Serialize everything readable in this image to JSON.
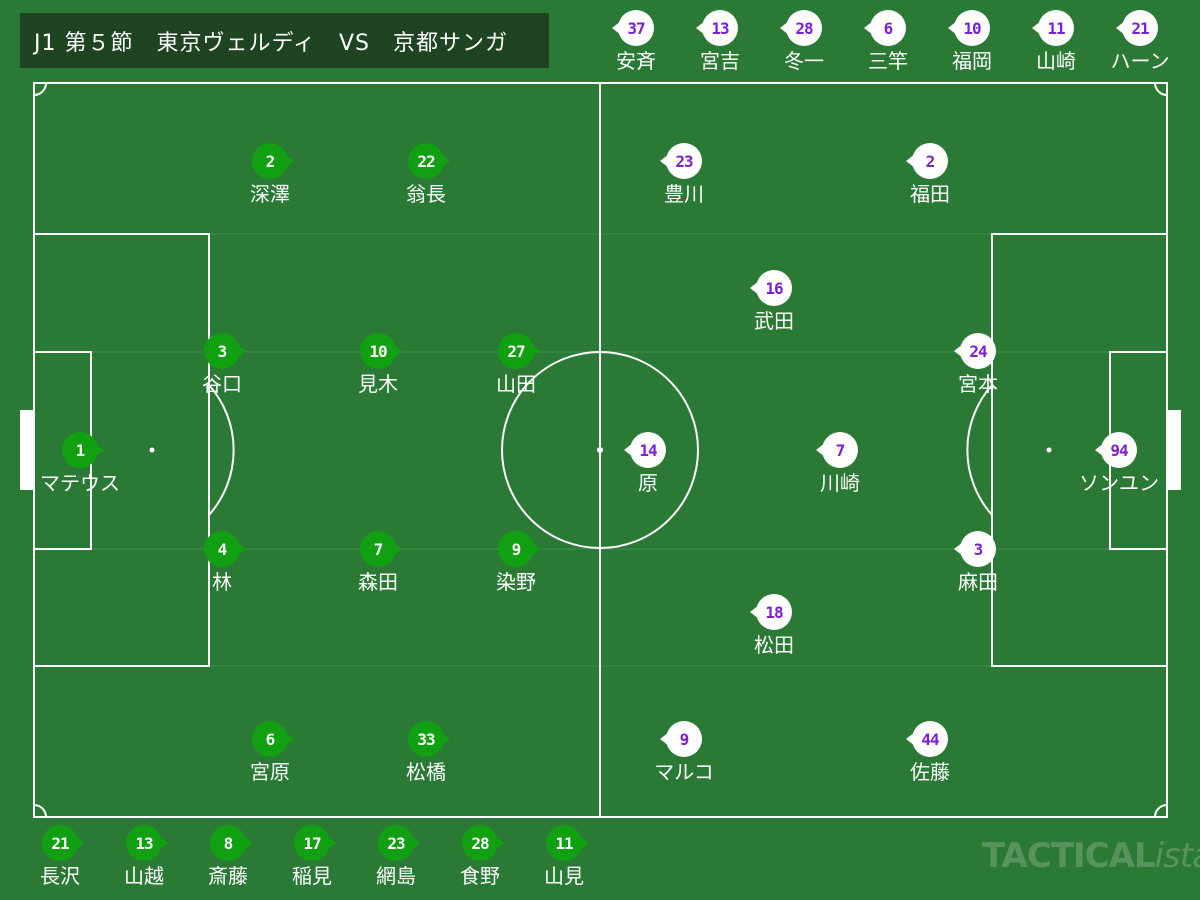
{
  "title": "J1 第５節　東京ヴェルディ　VS　京都サンガ",
  "colors": {
    "background": "#2a7a35",
    "home": "#11a012",
    "away_number": "#7b1fd6",
    "title_bg": "#1e4422"
  },
  "home_starters": [
    {
      "number": "1",
      "name": "マテウス"
    },
    {
      "number": "2",
      "name": "深澤"
    },
    {
      "number": "22",
      "name": "翁長"
    },
    {
      "number": "3",
      "name": "谷口"
    },
    {
      "number": "10",
      "name": "見木"
    },
    {
      "number": "27",
      "name": "山田"
    },
    {
      "number": "4",
      "name": "林"
    },
    {
      "number": "7",
      "name": "森田"
    },
    {
      "number": "9",
      "name": "染野"
    },
    {
      "number": "6",
      "name": "宮原"
    },
    {
      "number": "33",
      "name": "松橋"
    }
  ],
  "away_starters": [
    {
      "number": "23",
      "name": "豊川"
    },
    {
      "number": "2",
      "name": "福田"
    },
    {
      "number": "16",
      "name": "武田"
    },
    {
      "number": "24",
      "name": "宮本"
    },
    {
      "number": "14",
      "name": "原"
    },
    {
      "number": "7",
      "name": "川崎"
    },
    {
      "number": "94",
      "name": "ソンユン"
    },
    {
      "number": "3",
      "name": "麻田"
    },
    {
      "number": "18",
      "name": "松田"
    },
    {
      "number": "9",
      "name": "マルコ"
    },
    {
      "number": "44",
      "name": "佐藤"
    }
  ],
  "home_subs": [
    {
      "number": "21",
      "name": "長沢"
    },
    {
      "number": "13",
      "name": "山越"
    },
    {
      "number": "8",
      "name": "斎藤"
    },
    {
      "number": "17",
      "name": "稲見"
    },
    {
      "number": "23",
      "name": "網島"
    },
    {
      "number": "28",
      "name": "食野"
    },
    {
      "number": "11",
      "name": "山見"
    }
  ],
  "away_subs": [
    {
      "number": "37",
      "name": "安斉"
    },
    {
      "number": "13",
      "name": "宮吉"
    },
    {
      "number": "28",
      "name": "冬一"
    },
    {
      "number": "6",
      "name": "三竿"
    },
    {
      "number": "10",
      "name": "福岡"
    },
    {
      "number": "11",
      "name": "山崎"
    },
    {
      "number": "21",
      "name": "ハーン"
    }
  ],
  "watermark": {
    "main": "TACTICAL",
    "suffix": "ista"
  }
}
